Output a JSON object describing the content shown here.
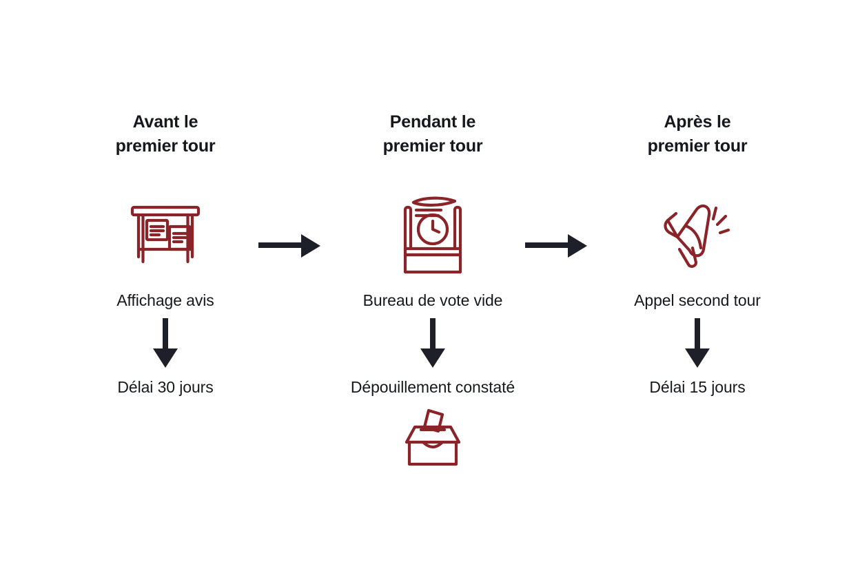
{
  "diagram": {
    "title_hidden": "",
    "accent_color": "#8b2428",
    "arrow_color": "#1d2028",
    "text_color": "#16181d",
    "background": "#ffffff",
    "columns": [
      {
        "id": "avant",
        "heading": "Avant le\npremier tour",
        "icon": "notice-board-icon",
        "icon_label": "Affichage avis",
        "has_down_arrow": true,
        "sub_label": "Délai 30 jours",
        "sub_icon": null
      },
      {
        "id": "pendant",
        "heading": "Pendant le\npremier tour",
        "icon": "voting-booth-clock-icon",
        "icon_label": "Bureau de vote vide",
        "has_down_arrow": true,
        "sub_label": "Dépouillement constaté",
        "sub_icon": "ballot-box-icon"
      },
      {
        "id": "apres",
        "heading": "Après le\npremier tour",
        "icon": "megaphone-icon",
        "icon_label": "Appel second tour",
        "has_down_arrow": true,
        "sub_label": "Délai 15 jours",
        "sub_icon": null
      }
    ],
    "connectors": [
      {
        "id": "arrow-avant-pendant",
        "direction": "right"
      },
      {
        "id": "arrow-pendant-apres",
        "direction": "right"
      }
    ]
  }
}
